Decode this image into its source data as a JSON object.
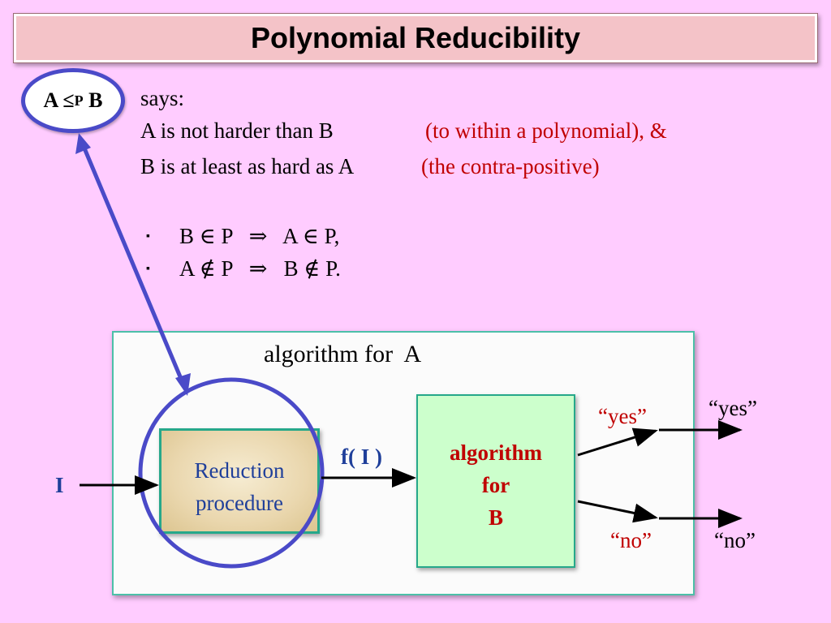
{
  "title": "Polynomial Reducibility",
  "notation": {
    "left": "A ≤",
    "subscript": "P",
    "right": " B"
  },
  "definition": {
    "says": "says:",
    "line1": "A is not harder than B",
    "line1_note": "(to within a polynomial), &",
    "line2": "B is at least as hard as A",
    "line2_note": "(the contra-positive)"
  },
  "bullets": [
    {
      "marker": "▪",
      "text": "B ∈ P   ⇒   A ∈ P,"
    },
    {
      "marker": "▪",
      "text": "A ∉ P   ⇒   B ∉ P."
    }
  ],
  "diagram": {
    "panel_label": "algorithm for  A",
    "input_label": "I",
    "reduction_line1": "Reduction",
    "reduction_line2": "procedure",
    "mapped_label": "f( I )",
    "algo_b_line1": "algorithm",
    "algo_b_line2": "for",
    "algo_b_line3": "B",
    "inner_yes": "“yes”",
    "outer_yes": "“yes”",
    "inner_no": "“no”",
    "outer_no": "“no”"
  },
  "colors": {
    "background": "#ffccff",
    "title_bar": "#f4c3c8",
    "highlight_red": "#c00000",
    "reduction_text_blue": "#1f3f9a",
    "oval_blue": "#4a4ac8",
    "algo_b_fill": "#ccffcc",
    "box_border_teal": "#26a88a"
  }
}
